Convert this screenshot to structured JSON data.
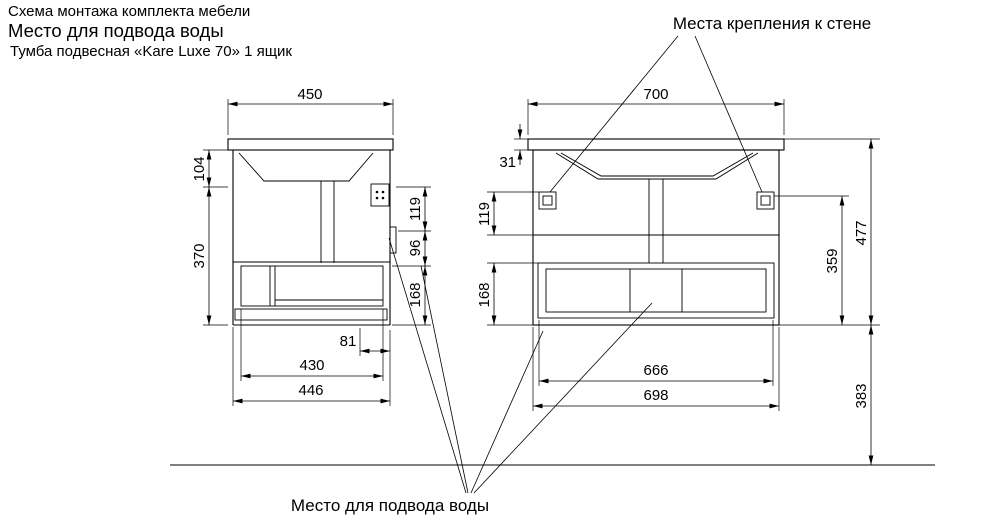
{
  "header": {
    "line1": "Схема монтажа комплекта мебели",
    "line2": "Место для подвода воды",
    "line3": "Тумба подвесная «Kare Luxe 70» 1 ящик"
  },
  "labels": {
    "wall_mount": "Места крепления к стене",
    "water_supply": "Место для подвода воды"
  },
  "side_view": {
    "depth_top": "450",
    "apron_height": "104",
    "body_height": "370",
    "right_upper": "119",
    "right_middle": "96",
    "right_lower": "168",
    "offset_back": "81",
    "drawer_depth": "430",
    "body_depth": "446"
  },
  "front_view": {
    "width_top": "700",
    "countertop_thickness": "31",
    "left_upper": "119",
    "left_lower": "168",
    "total_height": "477",
    "mount_height": "359",
    "drawer_width": "666",
    "body_width": "698",
    "floor_clearance": "383"
  },
  "colors": {
    "line": "#000000",
    "background": "#ffffff"
  }
}
